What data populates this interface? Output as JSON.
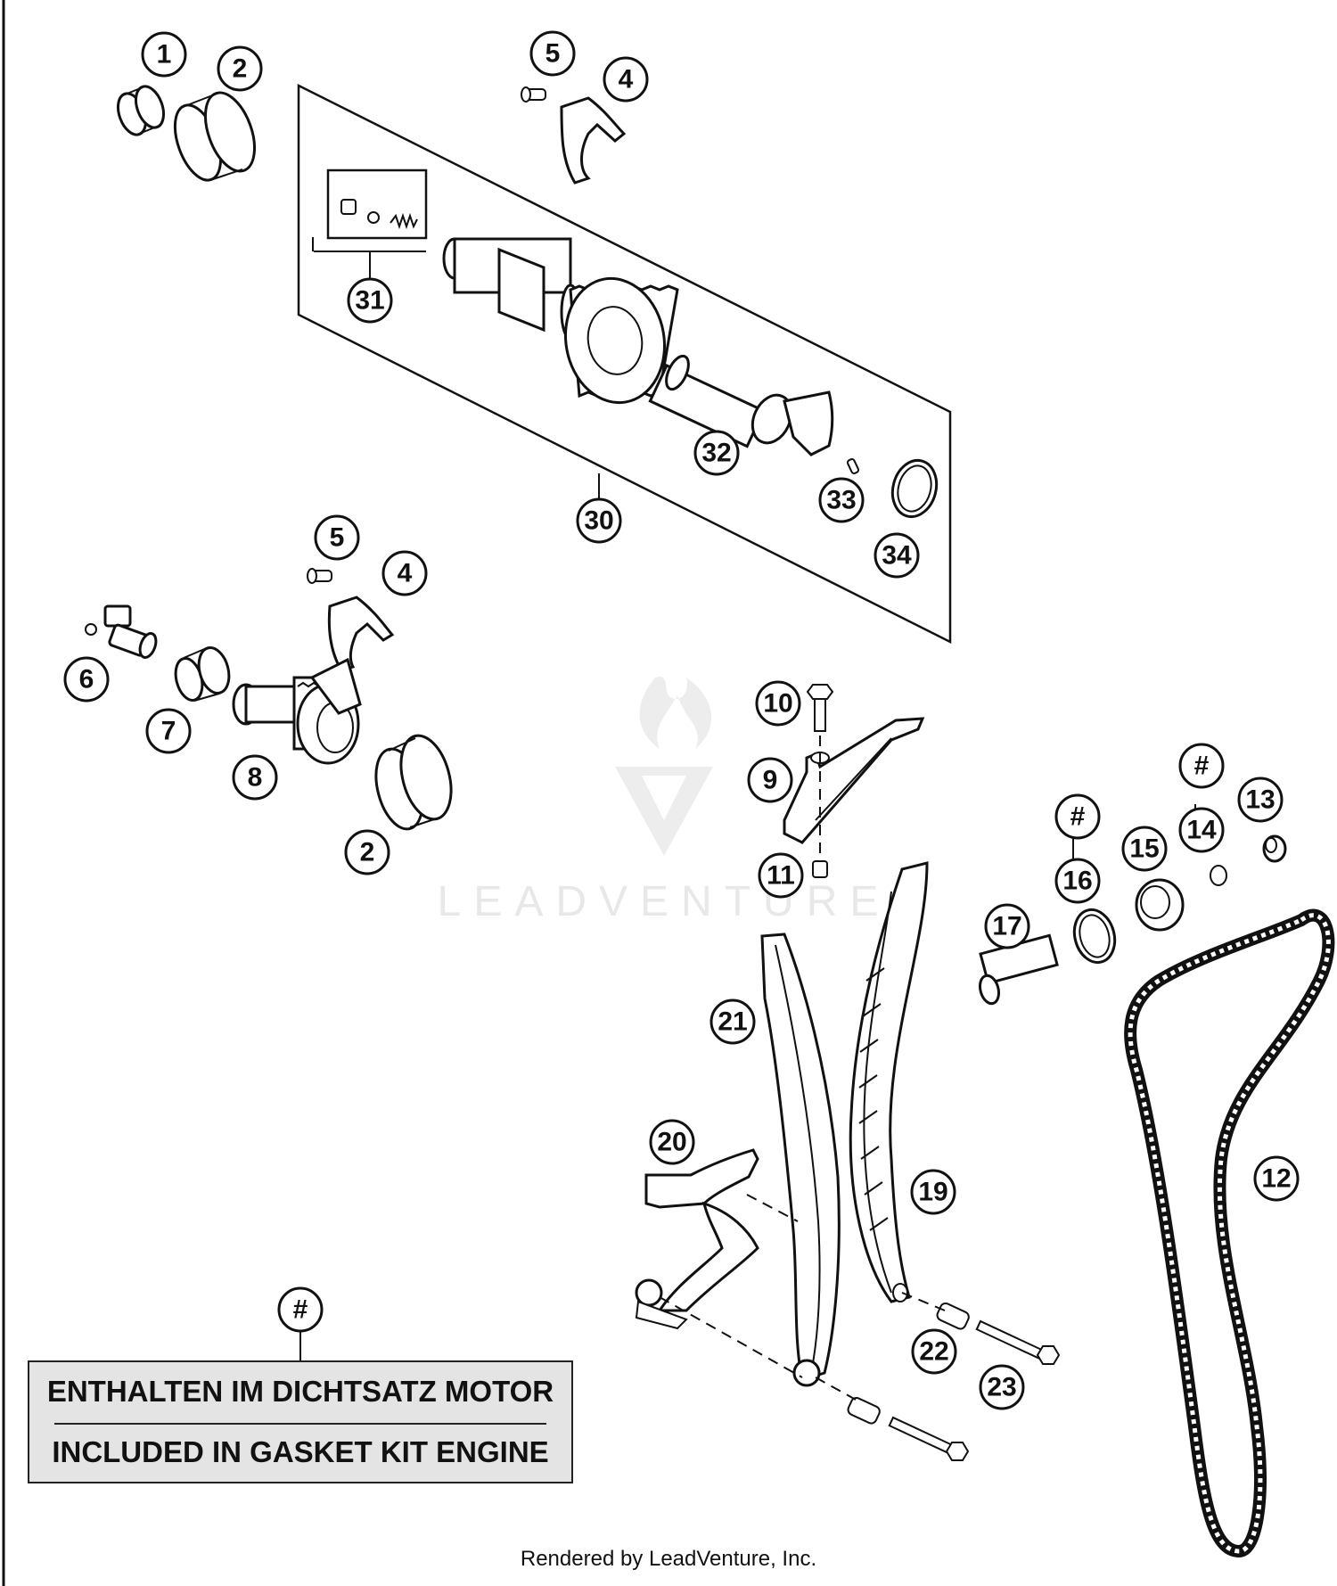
{
  "callouts": [
    {
      "id": "c1",
      "label": "1"
    },
    {
      "id": "c2a",
      "label": "2"
    },
    {
      "id": "c2b",
      "label": "2"
    },
    {
      "id": "c4a",
      "label": "4"
    },
    {
      "id": "c4b",
      "label": "4"
    },
    {
      "id": "c5a",
      "label": "5"
    },
    {
      "id": "c5b",
      "label": "5"
    },
    {
      "id": "c6",
      "label": "6"
    },
    {
      "id": "c7",
      "label": "7"
    },
    {
      "id": "c8",
      "label": "8"
    },
    {
      "id": "c9",
      "label": "9"
    },
    {
      "id": "c10",
      "label": "10"
    },
    {
      "id": "c11",
      "label": "11"
    },
    {
      "id": "c12",
      "label": "12"
    },
    {
      "id": "c13",
      "label": "13"
    },
    {
      "id": "c14",
      "label": "14"
    },
    {
      "id": "c14h",
      "label": "#"
    },
    {
      "id": "c15",
      "label": "15"
    },
    {
      "id": "c16",
      "label": "16"
    },
    {
      "id": "c16h",
      "label": "#"
    },
    {
      "id": "c17",
      "label": "17"
    },
    {
      "id": "c19",
      "label": "19"
    },
    {
      "id": "c20",
      "label": "20"
    },
    {
      "id": "c21",
      "label": "21"
    },
    {
      "id": "c22",
      "label": "22"
    },
    {
      "id": "c23",
      "label": "23"
    },
    {
      "id": "c30",
      "label": "30"
    },
    {
      "id": "c31",
      "label": "31"
    },
    {
      "id": "c32",
      "label": "32"
    },
    {
      "id": "c33",
      "label": "33"
    },
    {
      "id": "c34",
      "label": "34"
    },
    {
      "id": "clegh",
      "label": "#"
    }
  ],
  "legend": {
    "line1": "ENTHALTEN IM DICHTSATZ MOTOR",
    "line2": "INCLUDED IN GASKET KIT ENGINE"
  },
  "watermark": "LEADVENTURE",
  "footer": "Rendered by LeadVenture, Inc."
}
